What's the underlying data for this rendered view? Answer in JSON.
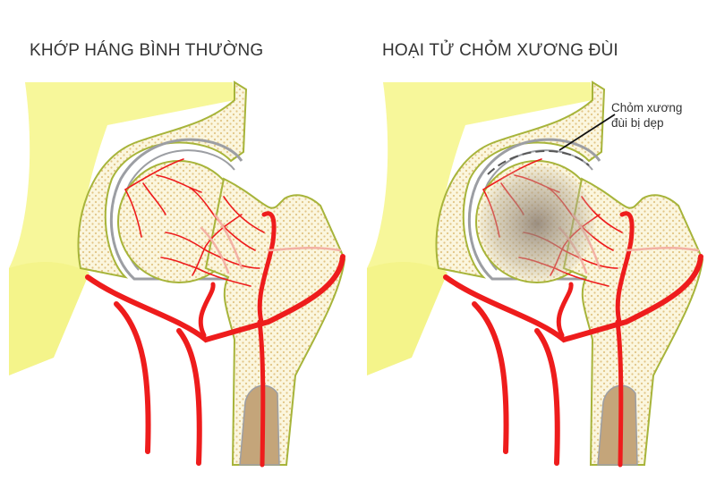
{
  "panels": [
    {
      "title": "KHỚP HÁNG BÌNH THƯỜNG",
      "state": "normal"
    },
    {
      "title": "HOẠI TỬ CHỎM XƯƠNG ĐÙI",
      "state": "necrosis",
      "annotation": {
        "line1": "Chỏm xương",
        "line2": "đùi bị dẹp"
      }
    }
  ],
  "colors": {
    "pelvis": "#f7f79a",
    "bone_outline": "#a7b43a",
    "bone_fill": "#fbf6de",
    "bone_dots": "#e2c585",
    "artery": "#ee1c1c",
    "artery_faint": "#f3b1a4",
    "cartilage": "#9c9ea3",
    "marrow": "#c4a57a",
    "necrosis_shade": "#9a8b7a",
    "text": "#333333"
  }
}
